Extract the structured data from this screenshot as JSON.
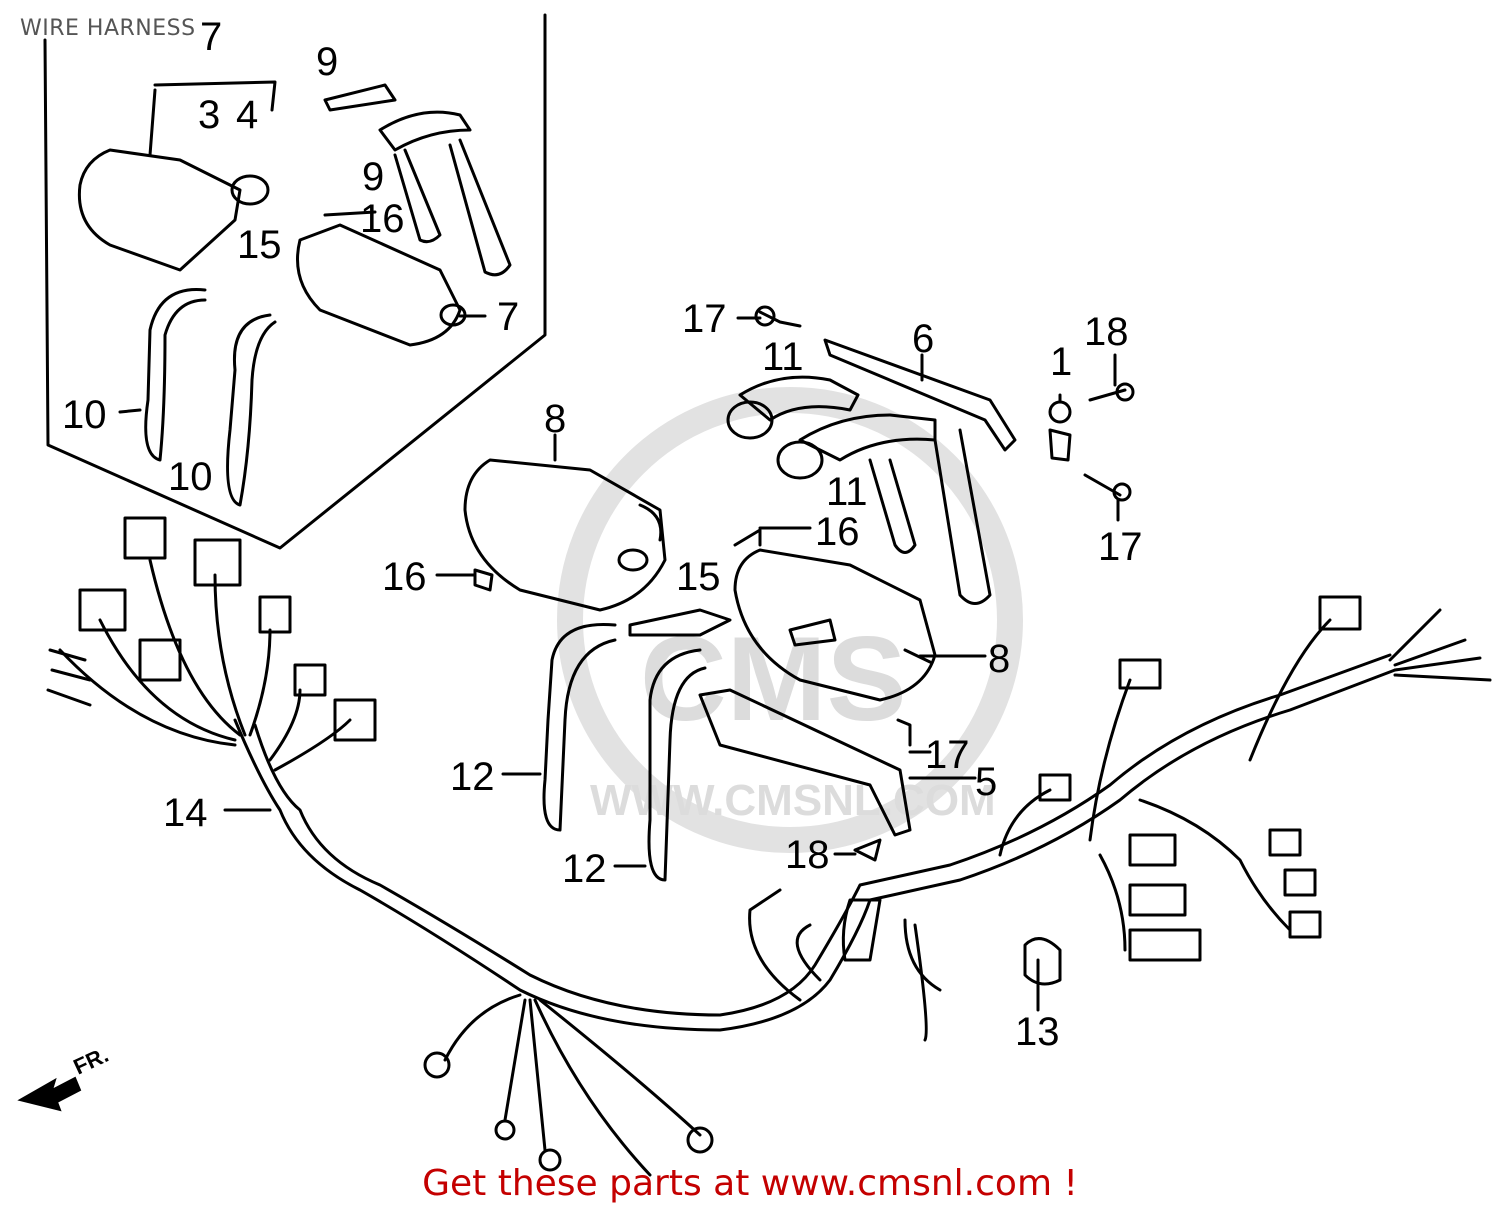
{
  "page": {
    "title": "WIRE HARNESS",
    "footer": "Get these parts at www.cmsnl.com !"
  },
  "watermark": {
    "brand": "CMS",
    "url": "WWW.CMSNL.COM"
  },
  "direction_marker": "FR.",
  "callouts": {
    "c1": "1",
    "c3": "3",
    "c4": "4",
    "c5": "5",
    "c6": "6",
    "c7a": "7",
    "c7b": "7",
    "c8a": "8",
    "c8b": "8",
    "c9a": "9",
    "c9b": "9",
    "c10a": "10",
    "c10b": "10",
    "c11a": "11",
    "c11b": "11",
    "c12a": "12",
    "c12b": "12",
    "c13": "13",
    "c14": "14",
    "c15a": "15",
    "c15b": "15",
    "c16a": "16",
    "c16b": "16",
    "c16c": "16",
    "c17a": "17",
    "c17b": "17",
    "c17c": "17",
    "c18a": "18",
    "c18b": "18"
  },
  "colors": {
    "line": "#000000",
    "watermark": "#dcdcdc",
    "footer": "#c40000"
  }
}
